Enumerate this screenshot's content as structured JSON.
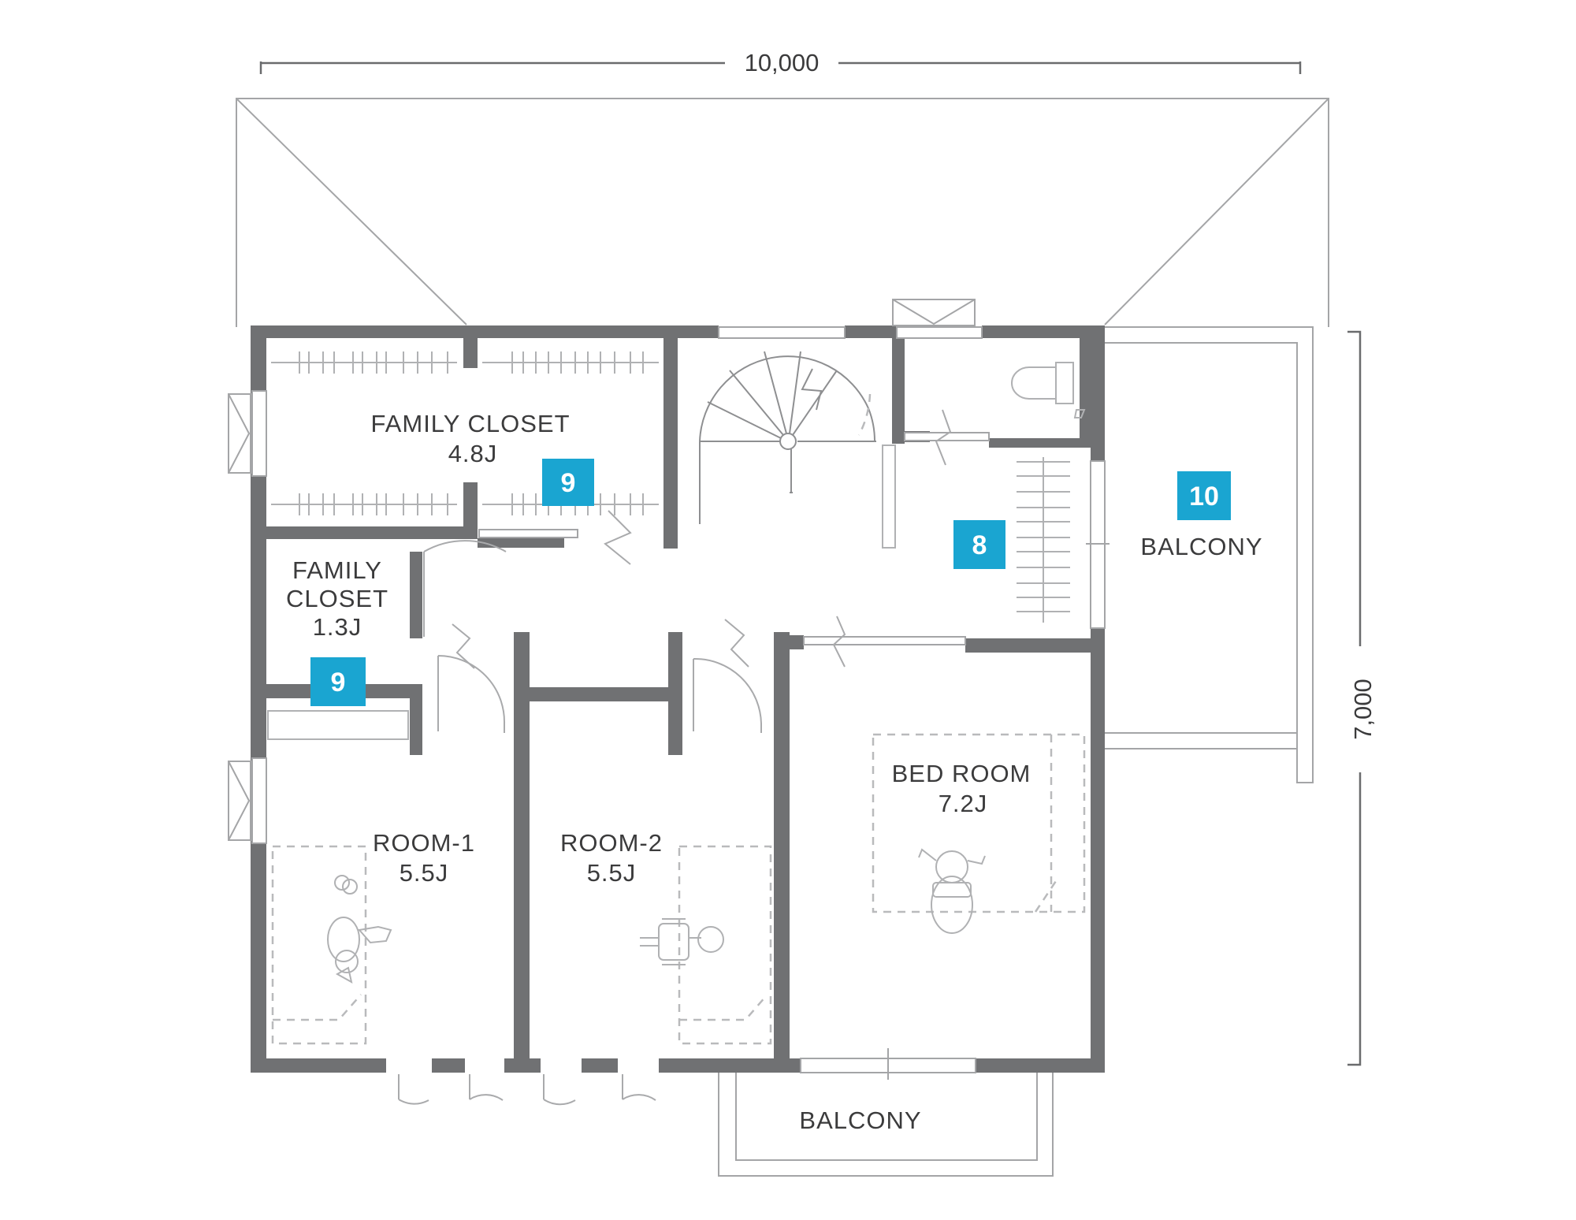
{
  "dimensions": {
    "width_label": "10,000",
    "depth_label": "7,000"
  },
  "rooms": {
    "family_closet_large": {
      "name": "FAMILY CLOSET",
      "size": "4.8J"
    },
    "family_closet_small": {
      "name_line1": "FAMILY",
      "name_line2": "CLOSET",
      "size": "1.3J"
    },
    "room1": {
      "name": "ROOM-1",
      "size": "5.5J"
    },
    "room2": {
      "name": "ROOM-2",
      "size": "5.5J"
    },
    "bedroom": {
      "name": "BED ROOM",
      "size": "7.2J"
    },
    "balcony_east": {
      "name": "BALCONY"
    },
    "balcony_south": {
      "name": "BALCONY"
    }
  },
  "badges": {
    "closet_large": "9",
    "closet_small": "9",
    "hall": "8",
    "balcony": "10"
  },
  "colors": {
    "wall": "#707173",
    "badge": "#1aa5d1",
    "text": "#3b3b3c"
  }
}
